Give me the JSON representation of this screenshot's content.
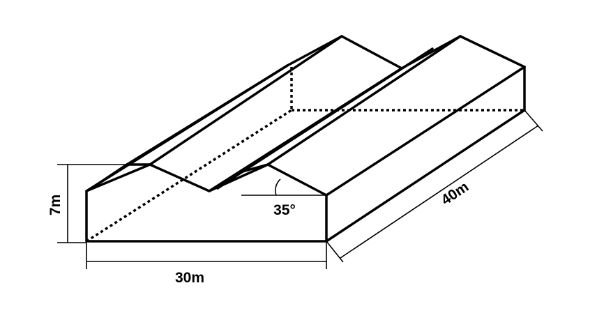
{
  "labels": {
    "height": "7m",
    "width": "30m",
    "length": "40m",
    "angle": "35°"
  }
}
